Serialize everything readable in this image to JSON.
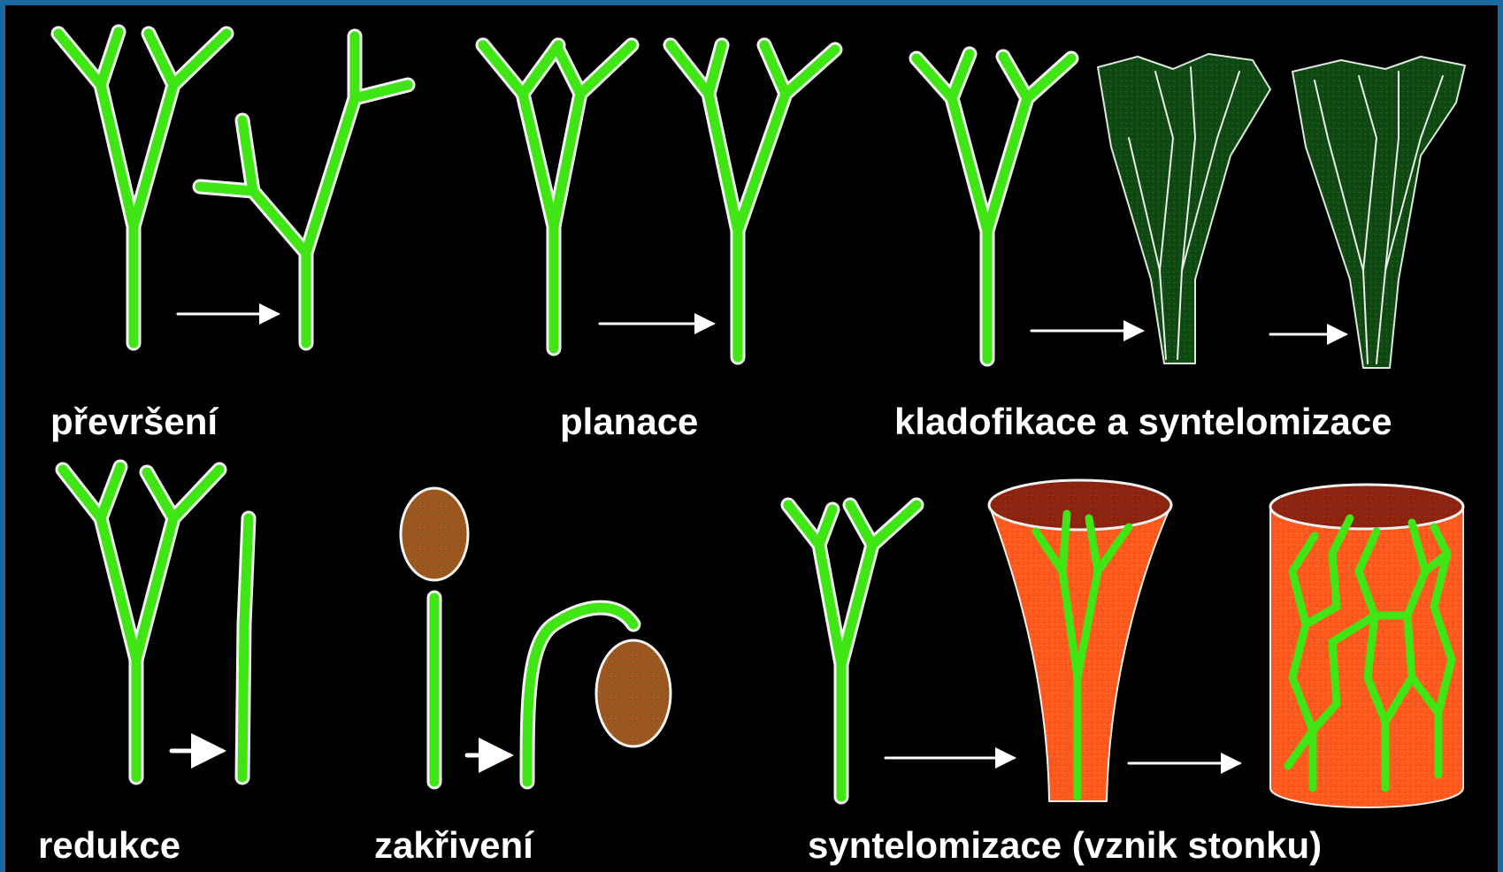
{
  "captions": {
    "overtopping": "převršení",
    "planation": "planace",
    "webbing": "kladofikace a syntelomizace",
    "reduction": "redukce",
    "recurvation": "zakřivení",
    "stem_origin": "syntelomizace (vznik stonku)"
  },
  "colors": {
    "background": "#000000",
    "frame": "#1c6a9e",
    "telome_green": "#3fe614",
    "telome_outline": "#f4f4f4",
    "webbing_dark_green": "#0f4a12",
    "sporangium_brown": "#9a5a1f",
    "stem_tissue_orange": "#ff5a1e",
    "arrow": "#ffffff"
  }
}
